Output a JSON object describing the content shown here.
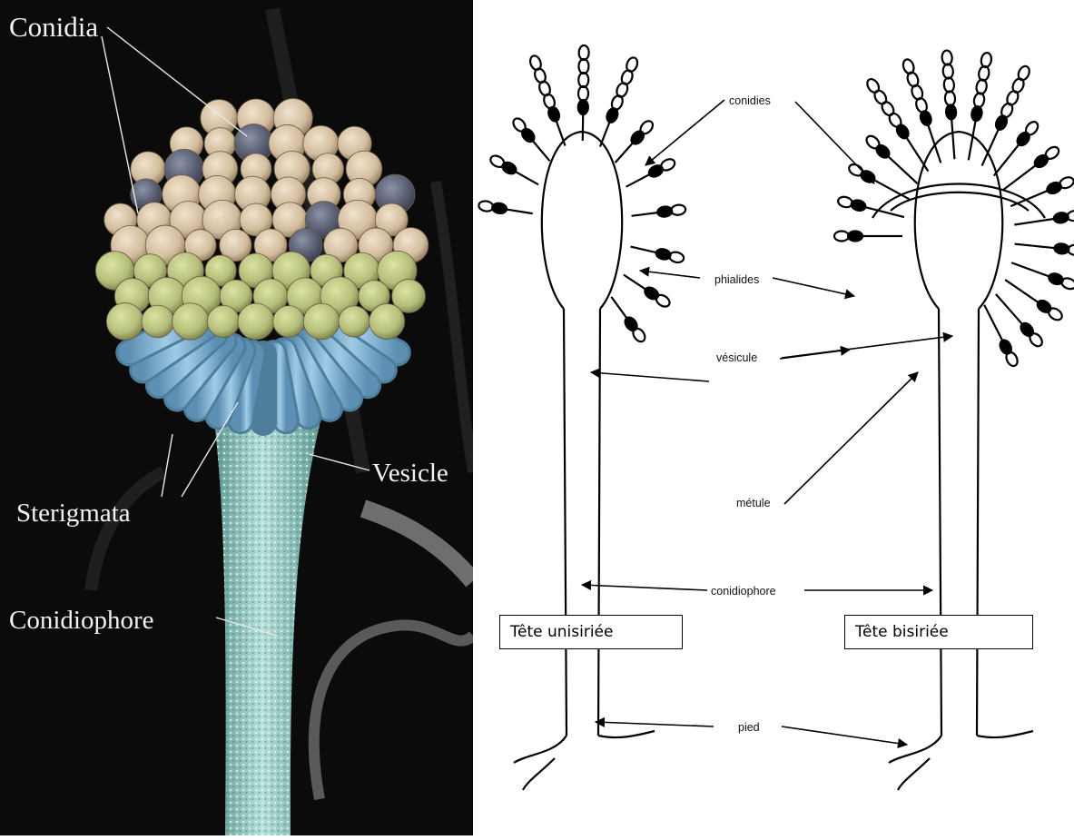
{
  "photo_labels": {
    "conidia": "Conidia",
    "sterigmata": "Sterigmata",
    "vesicle": "Vesicle",
    "conidiophore": "Conidiophore"
  },
  "diagram_labels": {
    "conidies": "conidies",
    "phialides": "phialides",
    "vesicule": "vésicule",
    "metule": "métule",
    "conidiophore": "conidiophore",
    "pied": "pied"
  },
  "boxes": {
    "uniseriate": "Tête unisiriée",
    "biseriate": "Tête bisiriée"
  },
  "colors": {
    "photo_background": "#0b0b0b",
    "conidia_beige": "#d9c3a6",
    "conidia_green": "#b9c27f",
    "phialide_blue": "#79aed0",
    "vesicle_teal": "#8fc4bd"
  }
}
